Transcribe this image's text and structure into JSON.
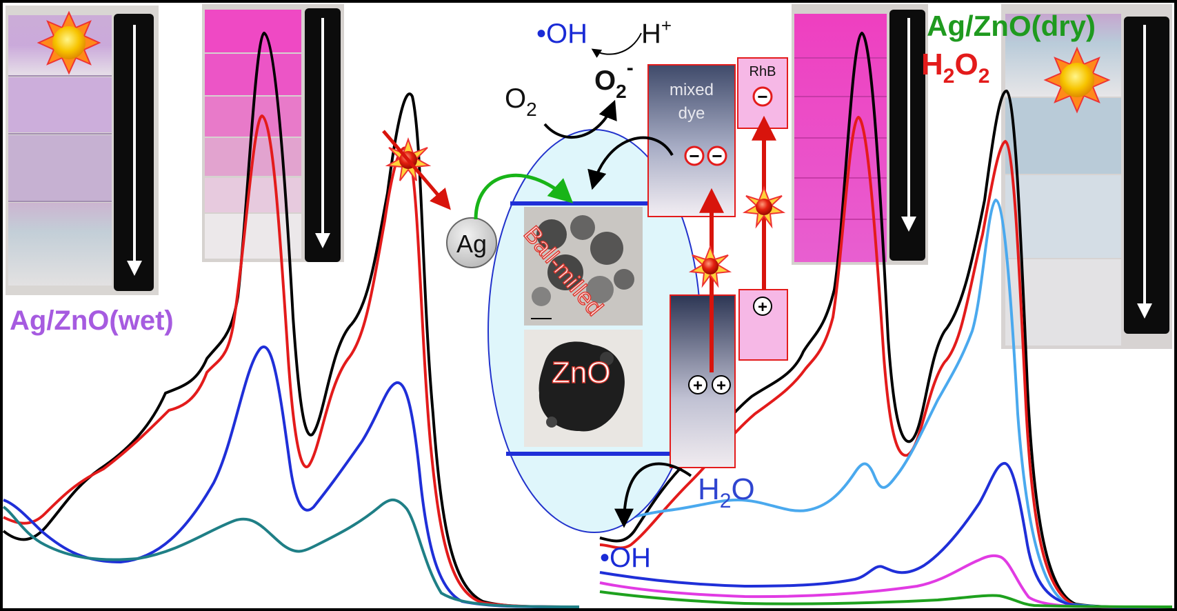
{
  "labels": {
    "ag_zno_wet": "Ag/ZnO(wet)",
    "ag_zno_dry": "Ag/ZnO(dry)",
    "h2o2_main": "H",
    "h2o2_sub1": "2",
    "h2o2_o": "O",
    "h2o2_sub2": "2",
    "oh_top": "•OH",
    "h_plus": "H",
    "h_plus_sup": "+",
    "o2": "O",
    "o2_sub": "2",
    "o2_radical": "O",
    "o2_radical_sub": "2",
    "o2_radical_sup": "-",
    "mixed": "mixed",
    "dye": "dye",
    "rhb": "RhB",
    "ag": "Ag",
    "ball_milled": "Ball-milled",
    "zno": "ZnO",
    "h2o": "H",
    "h2o_sub": "2",
    "h2o_o": "O",
    "oh_bottom": "•OH",
    "minus": "−",
    "plus": "+"
  },
  "colors": {
    "wet_label": "#a65be0",
    "dry_label": "#1f9a1f",
    "h2o2_label": "#e31b1b",
    "oh_label": "#1a2bd6",
    "h2o_label": "#2f45d0",
    "ellipse_fill": "#dff6fb",
    "ellipse_stroke": "#2233cc",
    "curve_black": "#000000",
    "curve_red": "#e31b1b",
    "curve_blue": "#1f2fd8",
    "curve_teal": "#1f7f86",
    "curve_lightblue": "#4aa9ee",
    "curve_magenta": "#e13be3",
    "curve_green": "#1ea11e"
  },
  "icons": [
    "sun-icon",
    "sparkle-icon",
    "arrow-down-icon"
  ]
}
